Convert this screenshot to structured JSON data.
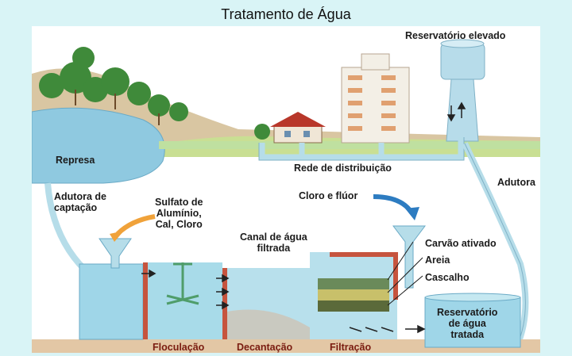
{
  "title": "Tratamento de Água",
  "labels": {
    "reservatorio_elevado": "Reservatório elevado",
    "represa": "Represa",
    "rede_distribuicao": "Rede de distribuição",
    "adutora": "Adutora",
    "adutora_captacao_1": "Adutora de",
    "adutora_captacao_2": "captação",
    "sulfato_1": "Sulfato de",
    "sulfato_2": "Alumínio,",
    "sulfato_3": "Cal, Cloro",
    "cloro_fluor": "Cloro e flúor",
    "canal_1": "Canal de água",
    "canal_2": "filtrada",
    "carvao": "Carvão ativado",
    "areia": "Areia",
    "cascalho": "Cascalho",
    "reservatorio_tratada_1": "Reservatório",
    "reservatorio_tratada_2": "de água",
    "reservatorio_tratada_3": "tratada",
    "floculacao": "Floculação",
    "decantacao": "Decantação",
    "filtracao": "Filtração"
  },
  "colors": {
    "water": "#9fd6e8",
    "grass": "#c9df93",
    "sand": "#e3c7a5",
    "pipe": "#b6dde9",
    "tank_wall": "#c6543e",
    "arrow_orange": "#f0a23a",
    "arrow_blue": "#2d7cc1"
  }
}
